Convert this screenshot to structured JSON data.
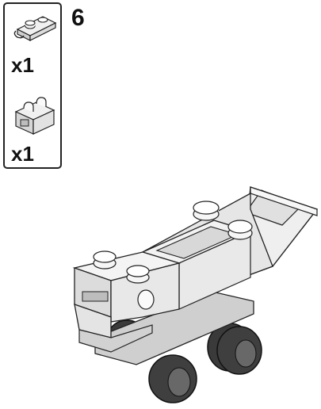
{
  "step": {
    "number": "6"
  },
  "parts": [
    {
      "name": "plate-1x2-with-clip",
      "quantity": "x1"
    },
    {
      "name": "bracket-1x2-with-clips",
      "quantity": "x1"
    }
  ],
  "colors": {
    "brick": "#e8e8e8",
    "outline": "#222222",
    "wheel": "#3a3a3a"
  }
}
